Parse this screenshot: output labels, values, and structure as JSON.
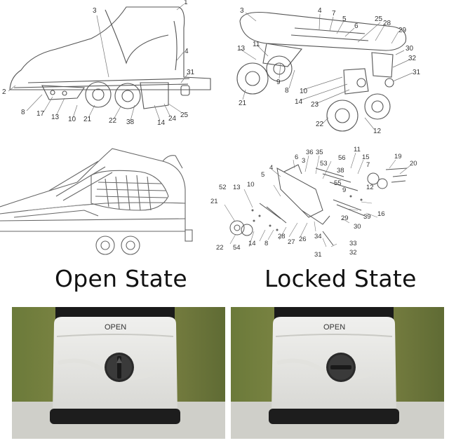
{
  "captions": {
    "open": "Open State",
    "locked": "Locked State"
  },
  "photo_labels": {
    "open_housing": "OPEN",
    "locked_housing": "OPEN"
  },
  "diagram_side": {
    "callouts": [
      "1",
      "3",
      "4",
      "2",
      "8",
      "17",
      "13",
      "10",
      "21",
      "22",
      "38",
      "14",
      "24",
      "25",
      "31"
    ]
  },
  "diagram_exploded": {
    "callouts": [
      "3",
      "4",
      "7",
      "5",
      "6",
      "28",
      "25",
      "29",
      "30",
      "32",
      "31",
      "13",
      "11",
      "9",
      "8",
      "10",
      "14",
      "23",
      "21",
      "22",
      "12"
    ]
  },
  "diagram_parts": {
    "callouts": [
      "6",
      "36",
      "35",
      "11",
      "15",
      "19",
      "20",
      "4",
      "3",
      "53",
      "56",
      "7",
      "5",
      "52",
      "13",
      "10",
      "55",
      "38",
      "12",
      "21",
      "9",
      "16",
      "39",
      "29",
      "30",
      "22",
      "54",
      "8",
      "14",
      "28",
      "27",
      "26",
      "34",
      "33",
      "32",
      "31"
    ]
  },
  "icons": {
    "open_knob": "lock-open-knob-icon",
    "locked_knob": "lock-closed-knob-icon"
  }
}
